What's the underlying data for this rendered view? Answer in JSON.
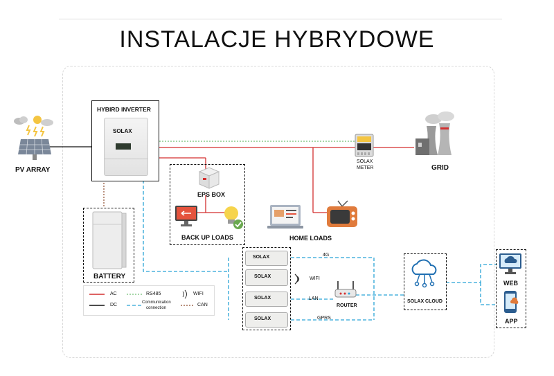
{
  "title": "INSTALACJE HYBRYDOWE",
  "components": {
    "pv_array": "PV ARRAY",
    "inverter": "HYBIRD INVERTER",
    "inverter_brand": "SOLAX",
    "eps_box": "EPS BOX",
    "backup_loads": "BACK UP LOADS",
    "home_loads": "HOME LOADS",
    "battery": "BATTERY",
    "meter_line1": "SOLAX",
    "meter_line2": "METER",
    "grid": "GRID",
    "router": "ROUTER",
    "cloud": "SOLAX CLOUD",
    "web": "WEB",
    "app": "APP",
    "dongle_brand": "SOLAX"
  },
  "connections": {
    "fourg": "4G",
    "wifi": "WIFI",
    "lan": "LAN",
    "gprs": "GPRS"
  },
  "legend": {
    "ac": "AC",
    "dc": "DC",
    "rs485": "RS485",
    "comm_line1": "Communication",
    "comm_line2": "connection",
    "wifi": "WIFI",
    "can": "CAN"
  },
  "colors": {
    "ac": "#d32f2f",
    "dc": "#111111",
    "rs485": "#4caf50",
    "communication": "#29a3d6",
    "can": "#8d4a2b"
  }
}
